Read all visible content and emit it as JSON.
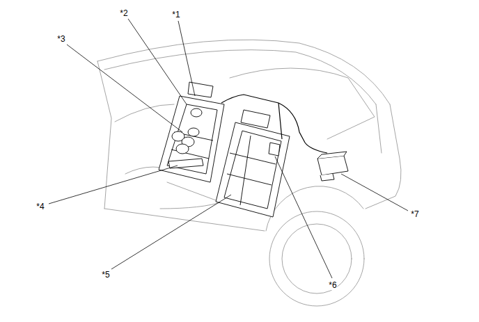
{
  "diagram": {
    "labels": [
      "*1",
      "*2",
      "*3",
      "*4",
      "*5",
      "*6",
      "*7"
    ]
  }
}
